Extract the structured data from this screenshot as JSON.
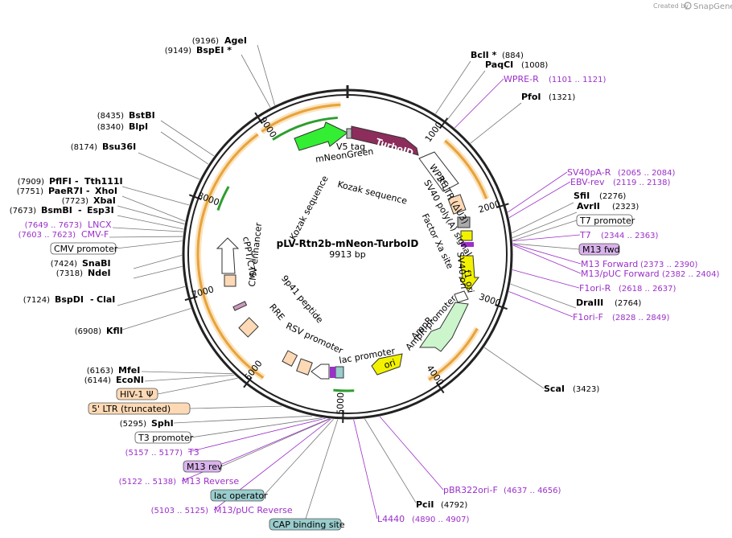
{
  "plasmid": {
    "name": "pLV-Rtn2b-mNeon-TurboID",
    "size": "9913 bp"
  },
  "watermark": {
    "prefix": "Created by",
    "brand": "SnapGene"
  },
  "ticks": [
    "1000",
    "2000",
    "3000",
    "4000",
    "5000",
    "6000",
    "7000",
    "8000",
    "9000"
  ],
  "features": [
    {
      "id": "turboid",
      "label": "TurboID",
      "color": "#8c2d5c"
    },
    {
      "id": "mneongreen",
      "label": "mNeonGreen",
      "color": "#33ee33"
    },
    {
      "id": "v5",
      "label": "V5 tag",
      "color": "#bbbbbb"
    },
    {
      "id": "wpre",
      "label": "WPRE",
      "color": "#ffffff"
    },
    {
      "id": "ltr3",
      "label": "3' LTR (ΔU3)",
      "color": "#fdd9b5"
    },
    {
      "id": "sv40polya",
      "label": "SV40 poly(A) signal",
      "color": "#aaaaaa"
    },
    {
      "id": "kozak1",
      "label": "Kozak sequence"
    },
    {
      "id": "kozak2",
      "label": "Kozak sequence"
    },
    {
      "id": "factorxa",
      "label": "Factor Xa site"
    },
    {
      "id": "sv40ori",
      "label": "SV40 ori",
      "color": "#f2f200"
    },
    {
      "id": "f1ori",
      "label": "f1 ori",
      "color": "#f2f200"
    },
    {
      "id": "amppromoter",
      "label": "AmpR promoter",
      "color": "#ffffff"
    },
    {
      "id": "ampr",
      "label": "AmpR",
      "color": "#ccf5cc"
    },
    {
      "id": "ori",
      "label": "ori",
      "color": "#f2f200"
    },
    {
      "id": "lacpromoter",
      "label": "lac promoter",
      "color": "#ffffff"
    },
    {
      "id": "rsvpromoter",
      "label": "RSV promoter",
      "color": "#ffffff"
    },
    {
      "id": "rre",
      "label": "RRE",
      "color": "#fdd9b5"
    },
    {
      "id": "p41",
      "label": "9p41 peptide",
      "color": "#cc99bb"
    },
    {
      "id": "cppt",
      "label": "cPPT/CTS",
      "color": "#fdd9b5"
    },
    {
      "id": "cmvenh",
      "label": "CMV enhancer",
      "color": "#ffffff"
    }
  ],
  "sites_right": [
    {
      "name": "BclI *",
      "pos": "(884)"
    },
    {
      "name": "PaqCI",
      "pos": "(1008)"
    },
    {
      "name": "PfoI",
      "pos": "(1321)"
    },
    {
      "name": "SfiI",
      "pos": "(2276)"
    },
    {
      "name": "AvrII",
      "pos": "(2323)"
    },
    {
      "name": "DraIII",
      "pos": "(2764)"
    },
    {
      "name": "ScaI",
      "pos": "(3423)"
    },
    {
      "name": "PciI",
      "pos": "(4792)"
    }
  ],
  "sites_left": [
    {
      "pos": "(9196)",
      "name": "AgeI"
    },
    {
      "pos": "(9149)",
      "name": "BspEI *"
    },
    {
      "pos": "(8435)",
      "name": "BstBI"
    },
    {
      "pos": "(8340)",
      "name": "BlpI"
    },
    {
      "pos": "(8174)",
      "name": "Bsu36I"
    },
    {
      "pos": "(7909)",
      "name": "PflFI",
      "name2": "Tth111I"
    },
    {
      "pos": "(7751)",
      "name": "PaeR7I",
      "name2": "XhoI"
    },
    {
      "pos": "(7723)",
      "name": "XbaI"
    },
    {
      "pos": "(7673)",
      "name": "BsmBI",
      "name2": "Esp3I"
    },
    {
      "pos": "(7424)",
      "name": "SnaBI"
    },
    {
      "pos": "(7318)",
      "name": "NdeI"
    },
    {
      "pos": "(7124)",
      "name": "BspDI",
      "name2": "ClaI"
    },
    {
      "pos": "(6908)",
      "name": "KflI"
    },
    {
      "pos": "(6163)",
      "name": "MfeI"
    },
    {
      "pos": "(6144)",
      "name": "EcoNI"
    },
    {
      "pos": "(5295)",
      "name": "SphI"
    }
  ],
  "primers_right": [
    {
      "name": "WPRE-R",
      "range": "(1101 .. 1121)"
    },
    {
      "name": "SV40pA-R",
      "range": "(2065 .. 2084)"
    },
    {
      "name": "EBV-rev",
      "range": "(2119 .. 2138)"
    },
    {
      "name": "T7",
      "range": "(2344 .. 2363)"
    },
    {
      "name": "M13 Forward",
      "range": "(2373 .. 2390)"
    },
    {
      "name": "M13/pUC Forward",
      "range": "(2382 .. 2404)"
    },
    {
      "name": "F1ori-R",
      "range": "(2618 .. 2637)"
    },
    {
      "name": "F1ori-F",
      "range": "(2828 .. 2849)"
    },
    {
      "name": "pBR322ori-F",
      "range": "(4637 .. 4656)"
    },
    {
      "name": "L4440",
      "range": "(4890 .. 4907)"
    }
  ],
  "primers_left": [
    {
      "range": "(7649 .. 7673)",
      "name": "LNCX"
    },
    {
      "range": "(7603 .. 7623)",
      "name": "CMV-F"
    },
    {
      "range": "(5157 .. 5177)",
      "name": "T3"
    },
    {
      "range": "(5122 .. 5138)",
      "name": "M13 Reverse"
    },
    {
      "range": "(5103 .. 5125)",
      "name": "M13/pUC Reverse"
    }
  ],
  "boxed": {
    "t7promoter": {
      "label": "T7 promoter",
      "fill": "#ffffff"
    },
    "m13fwd": {
      "label": "M13 fwd",
      "fill": "#d9b3ec"
    },
    "cmvpromoter": {
      "label": "CMV promoter",
      "fill": "#ffffff"
    },
    "hiv1": {
      "label": "HIV-1 Ψ",
      "fill": "#fdd9b5"
    },
    "ltr5": {
      "label": "5' LTR (truncated)",
      "fill": "#fdd9b5"
    },
    "t3promoter": {
      "label": "T3 promoter",
      "fill": "#ffffff"
    },
    "m13rev": {
      "label": "M13 rev",
      "fill": "#d9b3ec"
    },
    "lacoperator": {
      "label": "lac operator",
      "fill": "#99cccc"
    },
    "capbinding": {
      "label": "CAP binding site",
      "fill": "#99cccc"
    }
  },
  "colors": {
    "backbone": "#222222",
    "orange_arc": "#e8a33a",
    "orange_glow": "#fbe3bd",
    "primer": "#9b2fc9",
    "green_arc": "#2e9e2e"
  }
}
